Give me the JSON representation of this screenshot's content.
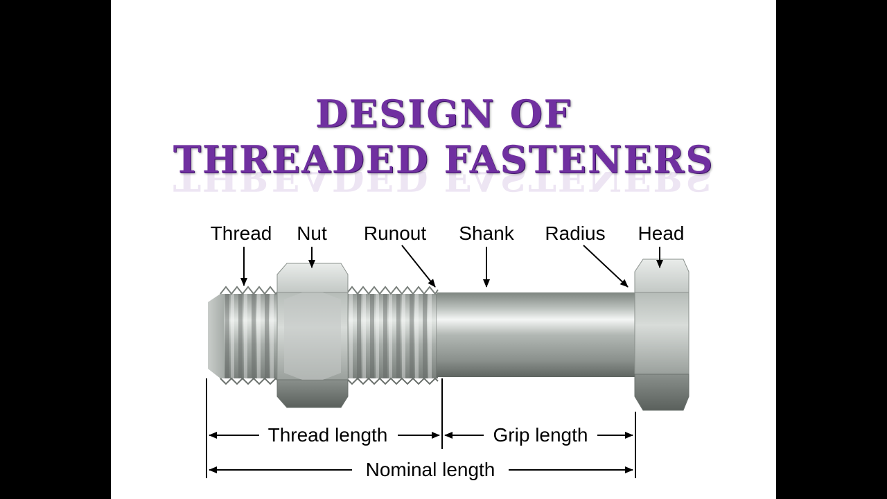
{
  "title": {
    "line1": "DESIGN OF",
    "line2": "THREADED FASTENERS"
  },
  "labels": {
    "thread": "Thread",
    "nut": "Nut",
    "runout": "Runout",
    "shank": "Shank",
    "radius": "Radius",
    "head": "Head"
  },
  "dimensions": {
    "thread_length": "Thread length",
    "grip_length": "Grip length",
    "nominal_length": "Nominal length"
  },
  "colors": {
    "title": "#7030a0",
    "background": "#ffffff",
    "frame": "#000000",
    "steel": "#9aa19c"
  }
}
